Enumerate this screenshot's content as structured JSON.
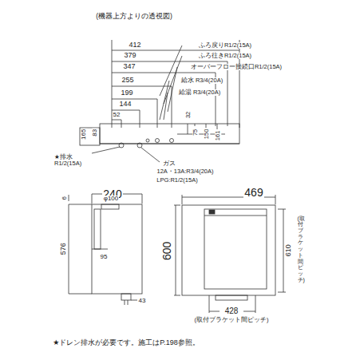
{
  "diagram": {
    "title": "(機器上方よりの透視図)",
    "caption": "★ドレン排水が必要です。施工はP.198参照。",
    "labels": [
      "412",
      "379",
      "347",
      "255",
      "199",
      "144",
      "52",
      "ふろ戻りR1/2(15A)",
      "ふろ往きR1/2(15A)",
      "オーバーフロー接続口R1/2(15A)",
      "給水 R3/4(20A)",
      "給湯 R3/4(20A)",
      "165",
      "83",
      "32",
      "75",
      "150",
      "161",
      "★排水 R1/2(15A)",
      "ガス",
      "12A・13A:R3/4(20A)",
      "LPG:R1/2(15A)",
      "240",
      "φ100",
      "469",
      "6",
      "576",
      "95",
      "600",
      "610",
      "(取付ブラケット間ピッチ)",
      "428",
      "(取付ブラケット間ピッチ)",
      "43"
    ]
  }
}
